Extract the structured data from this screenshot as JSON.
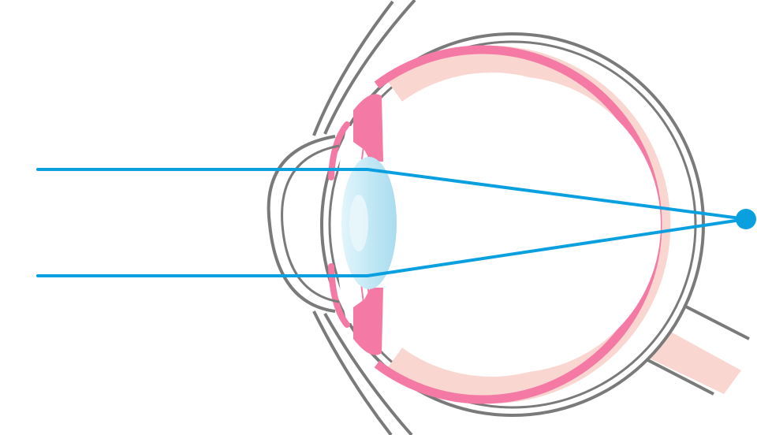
{
  "diagram": {
    "subject": "eye-cross-section-light-focus",
    "labels": [],
    "colors": {
      "background": "#ffffff",
      "outline": "#7a7a7a",
      "retina": "#f47aa5",
      "choroid": "#f9d6d0",
      "ciliary_body": "#f47aa5",
      "lens_fill": "#bfe6f4",
      "lens_highlight": "#eaf7fc",
      "light_ray": "#0aa0e0",
      "focal_point": "#0aa0e0"
    },
    "parts": [
      "eyelid",
      "cornea",
      "iris",
      "ciliary-body",
      "lens",
      "sclera",
      "choroid",
      "retina",
      "optic-nerve",
      "light-rays",
      "focal-point"
    ]
  }
}
